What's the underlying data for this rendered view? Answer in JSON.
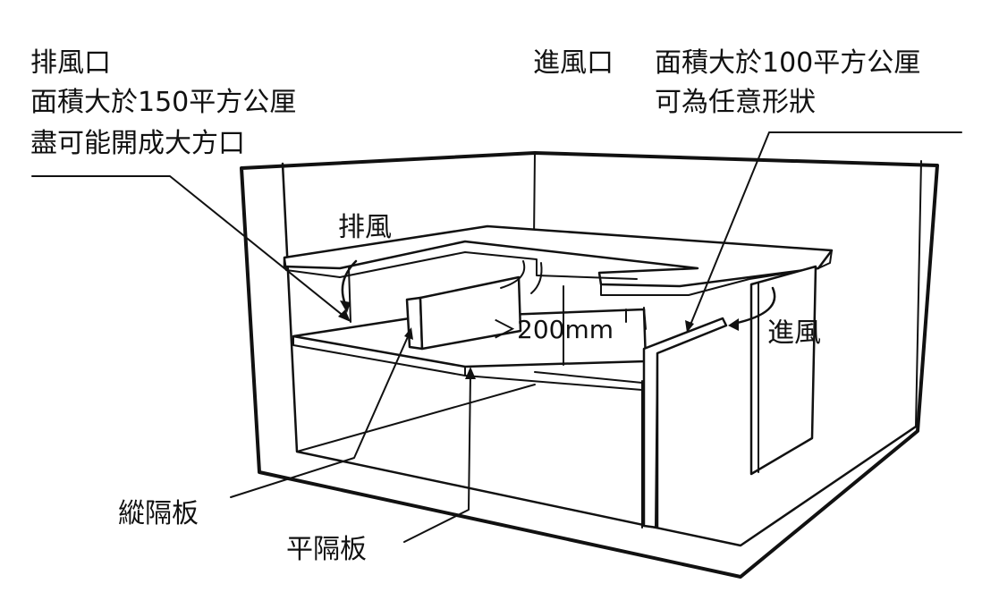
{
  "labels": {
    "exhaust_opening": {
      "title": "排風口",
      "line1": "面積大於150平方公厘",
      "line2": "盡可能開成大方口"
    },
    "intake_opening": {
      "title": "進風口",
      "line1": "面積大於100平方公厘",
      "line2": "可為任意形狀"
    },
    "exhaust_flow": "排風",
    "intake_flow": "進風",
    "gap_dimension": "＞200mm",
    "vertical_partition": "縱隔板",
    "horizontal_partition": "平隔板"
  }
}
